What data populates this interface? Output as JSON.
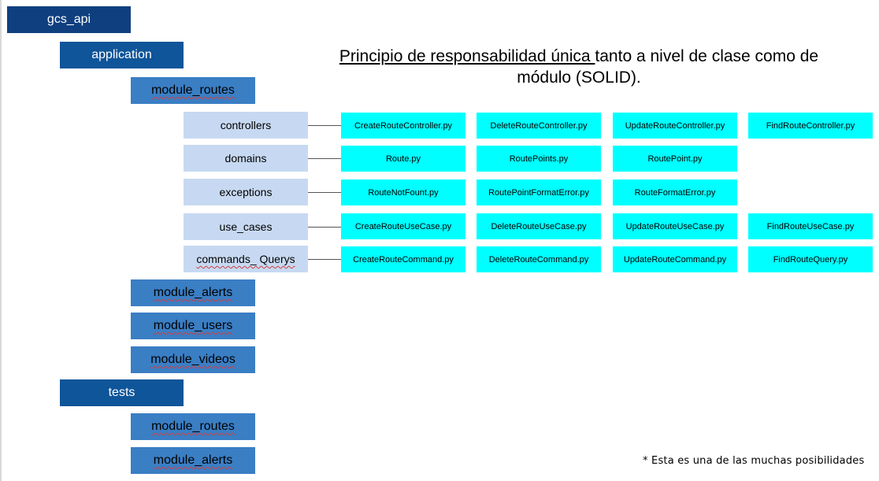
{
  "title": {
    "underlined": "Principio de responsabilidad única ",
    "rest": "tanto a nivel de clase como de módulo (SOLID)."
  },
  "tree": {
    "root": "gcs_api",
    "application": "application",
    "module_routes": "module_routes",
    "folders": {
      "controllers": "controllers",
      "domains": "domains",
      "exceptions": "exceptions",
      "use_cases": "use_cases",
      "commands_querys": "commands_ Querys"
    },
    "module_alerts": "module_alerts",
    "module_users": "module_users",
    "module_videos": "module_videos",
    "tests": "tests",
    "tests_module_routes": "module_routes",
    "tests_module_alerts": "module_alerts"
  },
  "files": {
    "controllers": [
      "CreateRouteController.py",
      "DeleteRouteController.py",
      "UpdateRouteController.py",
      "FindRouteController.py"
    ],
    "domains": [
      "Route.py",
      "RoutePoints.py",
      "RoutePoint.py"
    ],
    "exceptions": [
      "RouteNotFount.py",
      "RoutePointFormatError.py",
      "RouteFormatError.py"
    ],
    "use_cases": [
      "CreateRouteUseCase.py",
      "DeleteRouteUseCase.py",
      "UpdateRouteUseCase.py",
      "FindRouteUseCase.py"
    ],
    "commands_querys": [
      "CreateRouteCommand.py",
      "DeleteRouteCommand.py",
      "UpdateRouteCommand.py",
      "FindRouteQuery.py"
    ]
  },
  "footnote": "* Esta es una de las muchas posibilidades",
  "colors": {
    "level0": "#0f3f7f",
    "level1": "#0f5599",
    "level2": "#3a7ec4",
    "level3": "#c7d9f2",
    "file": "#00ffff"
  }
}
